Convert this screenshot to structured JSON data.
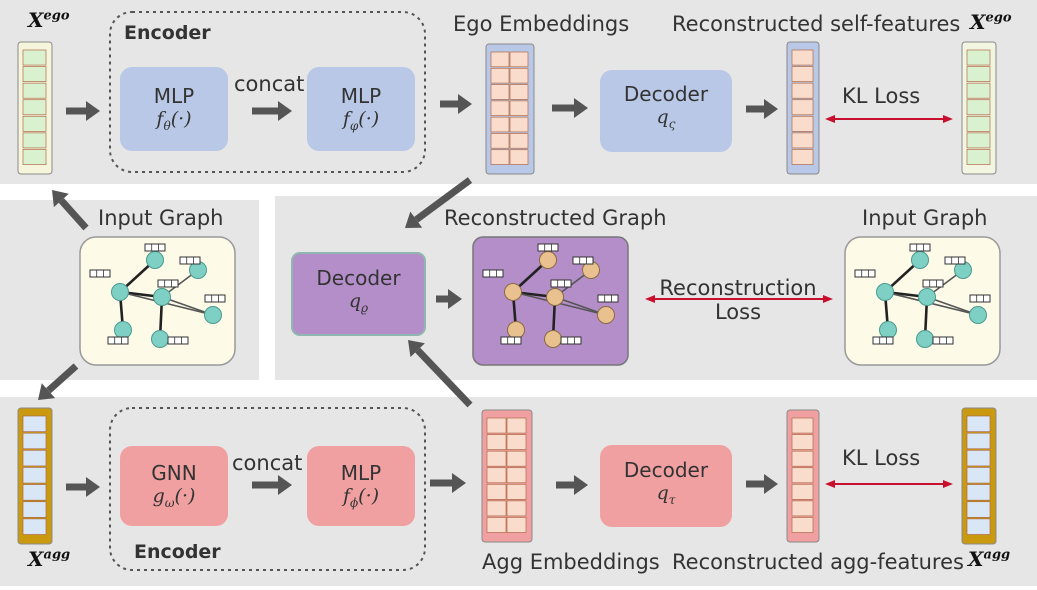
{
  "top": {
    "x_label_base": "X",
    "x_label_sup": "ego",
    "encoder_label": "Encoder",
    "mlp1": {
      "title": "MLP",
      "fn_base": "f",
      "fn_sub": "θ",
      "fn_arg": "(·)"
    },
    "concat": "concat",
    "mlp2": {
      "title": "MLP",
      "fn_base": "f",
      "fn_sub": "φ",
      "fn_arg": "(·)"
    },
    "embeddings_label": "Ego Embeddings",
    "decoder": {
      "title": "Decoder",
      "fn_base": "q",
      "fn_sub": "ς"
    },
    "recon_label": "Reconstructed self-features",
    "loss_label": "KL Loss",
    "x_right_base": "X",
    "x_right_sup": "ego"
  },
  "middle": {
    "input_graph_left": "Input Graph",
    "decoder": {
      "title": "Decoder",
      "fn_base": "q",
      "fn_sub": "ϱ"
    },
    "recon_graph_label": "Reconstructed Graph",
    "loss_line1": "Reconstruction",
    "loss_line2": "Loss",
    "input_graph_right": "Input Graph"
  },
  "bottom": {
    "x_label_base": "X",
    "x_label_sup": "agg",
    "encoder_label": "Encoder",
    "gnn": {
      "title": "GNN",
      "fn_base": "g",
      "fn_sub": "ω",
      "fn_arg": "(·)"
    },
    "concat": "concat",
    "mlp": {
      "title": "MLP",
      "fn_base": "f",
      "fn_sub": "ϕ",
      "fn_arg": "(·)"
    },
    "embeddings_label": "Agg Embeddings",
    "decoder": {
      "title": "Decoder",
      "fn_base": "q",
      "fn_sub": "τ"
    },
    "recon_label": "Reconstructed agg-features",
    "loss_label": "KL Loss",
    "x_right_base": "X",
    "x_right_sup": "agg"
  },
  "colors": {
    "panel_gray": "#e6e6e6",
    "blue_box": "#b8c8e6",
    "purple_box": "#b48ec8",
    "pink_box": "#f0a0a0",
    "cream": "#fdfae8",
    "teal_node": "#7fd0c4",
    "tan_node": "#e8c18e",
    "peach_cell": "#f9dccb",
    "green_cell": "#d9f1cf",
    "blue_cell": "#d8e6f6",
    "gold_bar": "#c99a10",
    "loss_red": "#c8102e",
    "arrow_gray": "#555555"
  }
}
